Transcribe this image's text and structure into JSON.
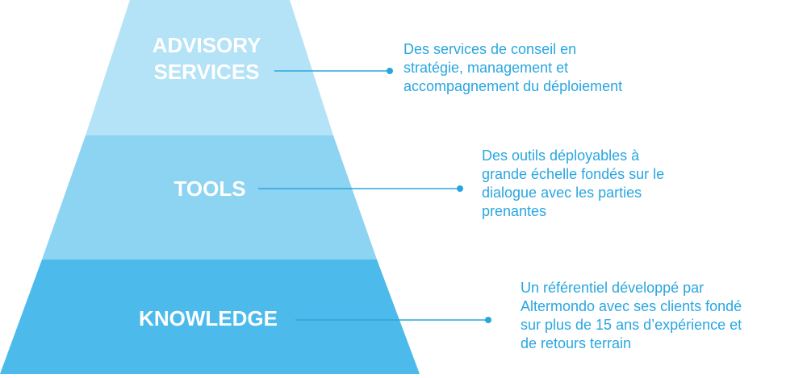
{
  "colors": {
    "advisory": "#b4e2f6",
    "tools": "#8dd3f2",
    "knowledge": "#4cbbeb",
    "connector": "#29a6e0",
    "description_text": "#29a6e0"
  },
  "tiers": [
    {
      "key": "advisory",
      "label_lines": [
        "ADVISORY",
        "SERVICES"
      ],
      "description_lines": [
        "Des services de conseil en",
        "stratégie, management et",
        "accompagnement du déploiement"
      ]
    },
    {
      "key": "tools",
      "label_lines": [
        "TOOLS"
      ],
      "description_lines": [
        "Des outils déployables à",
        "grande échelle fondés sur le",
        "dialogue avec les parties",
        "prenantes"
      ]
    },
    {
      "key": "knowledge",
      "label_lines": [
        "KNOWLEDGE"
      ],
      "description_lines": [
        "Un référentiel développé par",
        "Altermondo avec ses clients fondé",
        "sur plus de 15 ans d’expérience et",
        "de retours terrain"
      ]
    }
  ]
}
